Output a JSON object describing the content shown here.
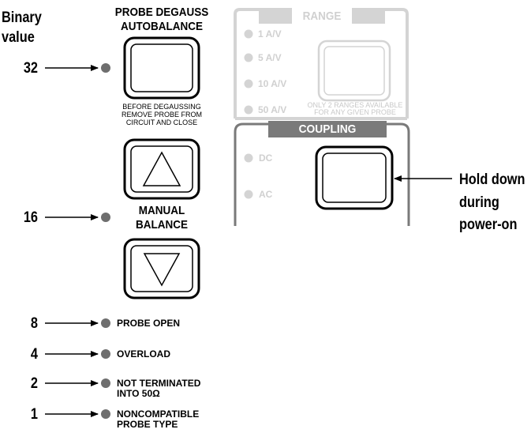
{
  "left_annotation": {
    "line1": "Binary",
    "line2": "value"
  },
  "binary_values": {
    "v32": "32",
    "v16": "16",
    "v8": "8",
    "v4": "4",
    "v2": "2",
    "v1": "1"
  },
  "probe_degauss": {
    "title_line1": "PROBE DEGAUSS",
    "title_line2": "AUTOBALANCE",
    "note_line1": "BEFORE DEGAUSSING",
    "note_line2": "REMOVE PROBE FROM",
    "note_line3": "CIRCUIT AND CLOSE"
  },
  "manual_balance": {
    "line1": "MANUAL",
    "line2": "BALANCE"
  },
  "range": {
    "title": "RANGE",
    "options": [
      "1 A/V",
      "5 A/V",
      "10 A/V",
      "50 A/V"
    ],
    "note_line1": "ONLY 2 RANGES AVAILABLE",
    "note_line2": "FOR ANY GIVEN PROBE"
  },
  "coupling": {
    "title": "COUPLING",
    "options": [
      "DC",
      "AC"
    ]
  },
  "hold_note": {
    "line1": "Hold down",
    "line2": "during",
    "line3": "power-on"
  },
  "indicators": {
    "probe_open": "PROBE OPEN",
    "overload": "OVERLOAD",
    "not_terminated_line1": "NOT TERMINATED",
    "not_terminated_line2": "INTO 50Ω",
    "noncompatible_line1": "NONCOMPATIBLE",
    "noncompatible_line2": "PROBE TYPE"
  },
  "colors": {
    "led": "#6e6e6e",
    "dim": "#d0d0d0",
    "ink": "#000000"
  }
}
